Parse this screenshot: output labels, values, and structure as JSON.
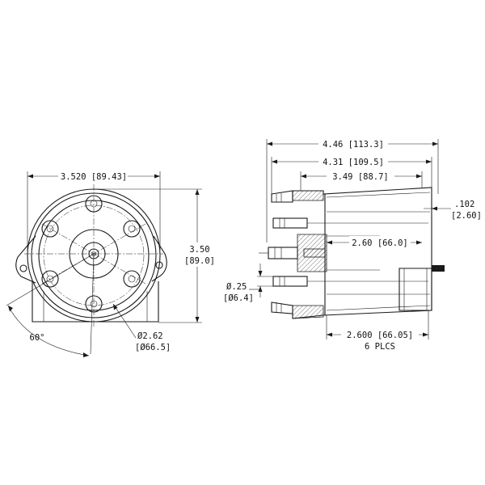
{
  "front_view": {
    "width_dim": "3.520 [89.43]",
    "height_dim_in": "3.50",
    "height_dim_mm": "[89.0]",
    "angle_dim": "60°",
    "diameter_dim_in": "Ø2.62",
    "diameter_dim_mm": "[Ø66.5]"
  },
  "side_view": {
    "overall_length_dim": "4.46 [113.3]",
    "length_dim_2": "4.31 [109.5]",
    "length_dim_3": "3.49 [88.7]",
    "offset_dim_in": ".102",
    "offset_dim_mm": "[2.60]",
    "inner_dim": "2.60 [66.0]",
    "pin_dim_in": "Ø.25",
    "pin_dim_mm": "[Ø6.4]",
    "terminal_dim": "2.600 [66.05]",
    "terminal_count": "6 PLCS"
  }
}
